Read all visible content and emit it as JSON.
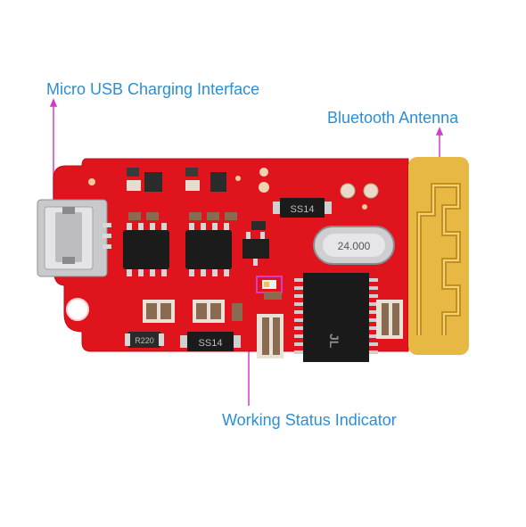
{
  "labels": {
    "usb": "Micro USB Charging Interface",
    "antenna": "Bluetooth Antenna",
    "status": "Working Status Indicator"
  },
  "board_markings": {
    "diode_top": "SS14",
    "diode_bottom": "SS14",
    "crystal": "24.000",
    "resistor_r220": "R220",
    "ic_logo": "JL"
  },
  "colors": {
    "pcb": "#e0141c",
    "antenna": "#e8b845",
    "label": "#2a8fd6",
    "pointer": "#d23cc8"
  }
}
